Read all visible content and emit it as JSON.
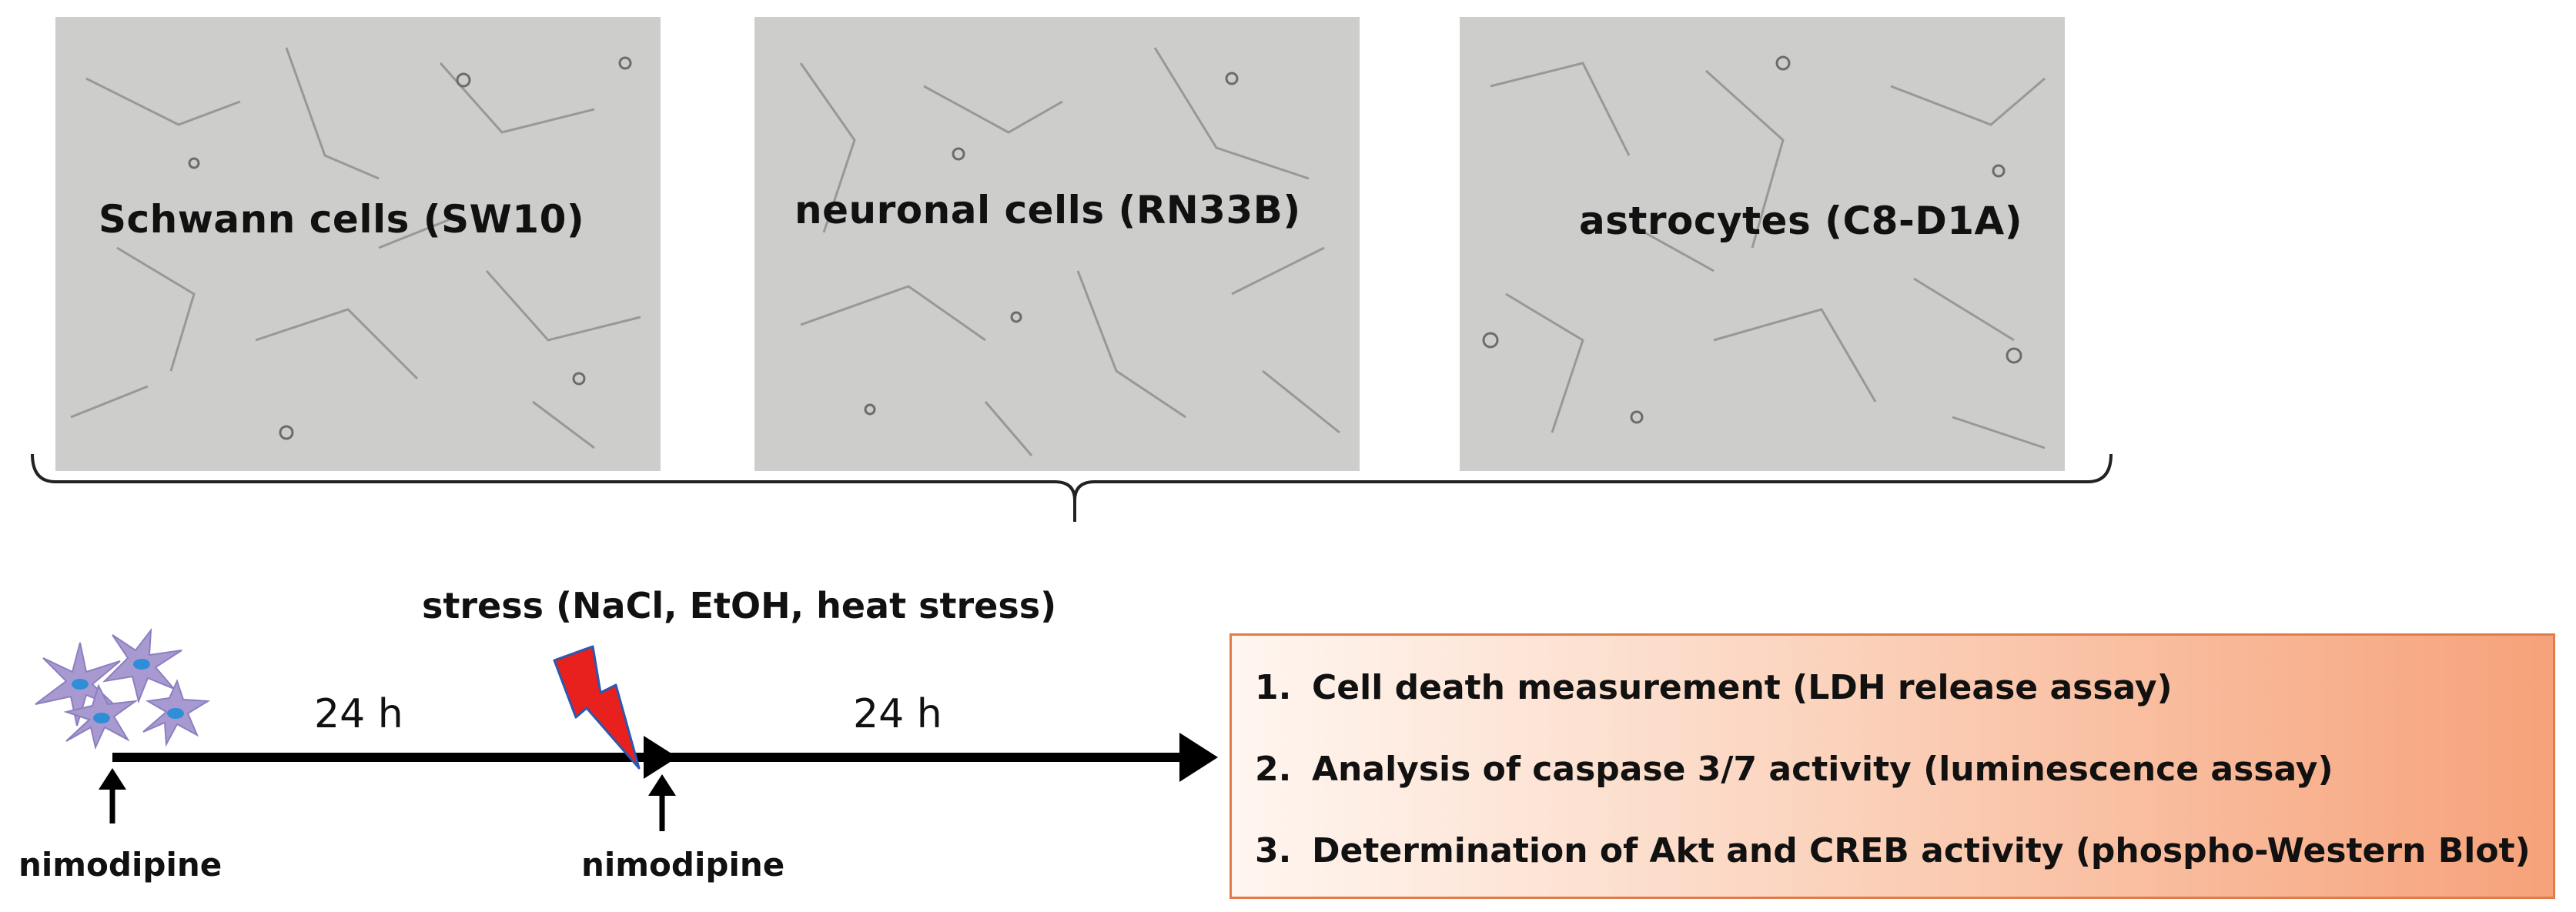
{
  "panels": [
    {
      "label": "Schwann cells (SW10)"
    },
    {
      "label": "neuronal  cells (RN33B)"
    },
    {
      "label": "astrocytes  (C8-D1A)"
    }
  ],
  "timeline": {
    "stress_label": "stress (NaCl, EtOH, heat stress)",
    "interval_1": "24 h",
    "interval_2": "24 h",
    "treatment_1": "nimodipine",
    "treatment_2": "nimodipine"
  },
  "readouts": [
    {
      "number": "1.",
      "text": "Cell death measurement (LDH release assay)"
    },
    {
      "number": "2.",
      "text": "Analysis of caspase 3/7 activity (luminescence assay)"
    },
    {
      "number": "3.",
      "text": "Determination of Akt and CREB activity (phospho-Western Blot)"
    }
  ],
  "colors": {
    "cell_icon": "#a89ad0",
    "cell_nucleus": "#2e8fd8",
    "lightning": "#e8201e",
    "box_border": "#e07b4a",
    "box_fill_end": "#f6a27a"
  }
}
